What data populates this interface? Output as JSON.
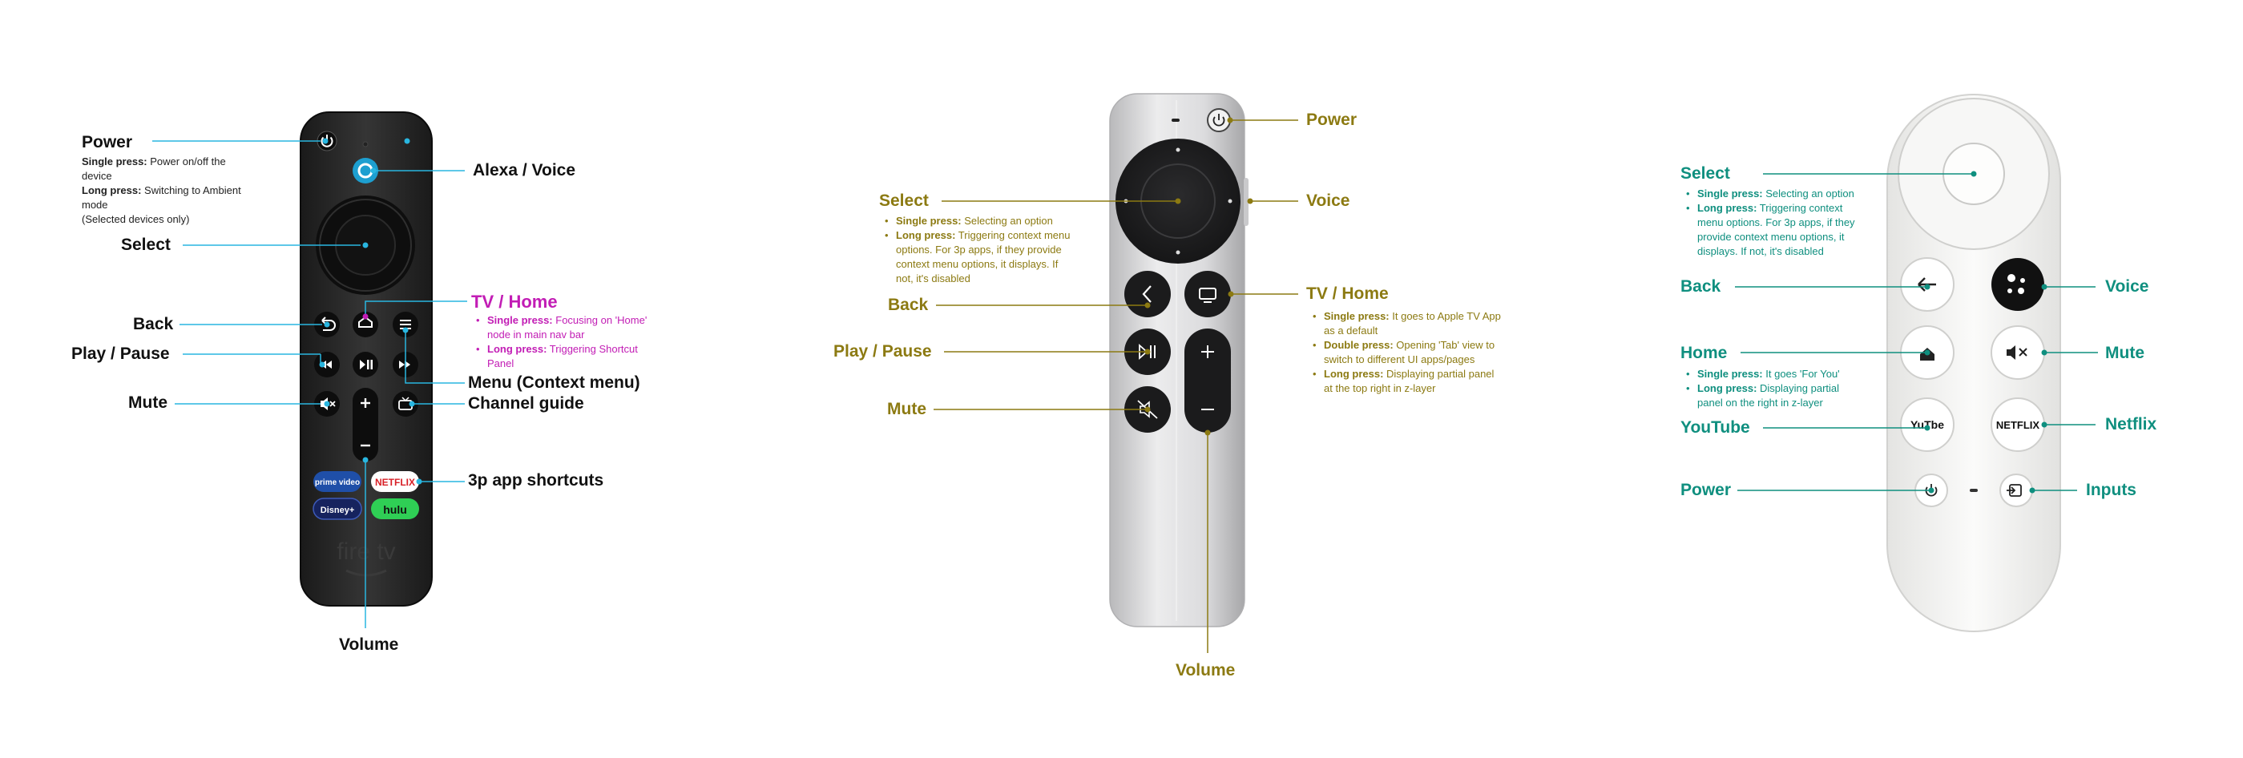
{
  "firetv": {
    "brand": "fire tv",
    "shortcuts": [
      "prime video",
      "NETFLIX",
      "Disney+",
      "hulu"
    ],
    "labels": {
      "power": "Power",
      "alexa": "Alexa / Voice",
      "select": "Select",
      "tvhome": "TV / Home",
      "back": "Back",
      "playpause": "Play / Pause",
      "menu": "Menu (Context menu)",
      "mute": "Mute",
      "guide": "Channel guide",
      "apps": "3p app shortcuts",
      "volume": "Volume"
    },
    "power_notes": [
      {
        "key": "Single press:",
        "text": " Power on/off the device"
      },
      {
        "key": "Long press:",
        "text": " Switching to Ambient mode"
      },
      {
        "key": "",
        "text": "(Selected devices only)"
      }
    ],
    "home_notes": [
      {
        "key": "Single press:",
        "text": " Focusing on 'Home' node in main nav bar"
      },
      {
        "key": "Long press:",
        "text": " Triggering Shortcut Panel"
      }
    ]
  },
  "appletv": {
    "labels": {
      "power": "Power",
      "select": "Select",
      "voice": "Voice",
      "back": "Back",
      "tvhome": "TV / Home",
      "playpause": "Play / Pause",
      "mute": "Mute",
      "volume": "Volume"
    },
    "select_notes": [
      {
        "key": "Single press:",
        "text": " Selecting an option"
      },
      {
        "key": "Long press:",
        "text": " Triggering context menu options. For 3p apps, if they provide context menu options, it displays. If not, it's disabled"
      }
    ],
    "home_notes": [
      {
        "key": "Single press:",
        "text": " It goes to Apple TV App as a default"
      },
      {
        "key": "Double press:",
        "text": " Opening 'Tab' view to switch to different UI apps/pages"
      },
      {
        "key": "Long press:",
        "text": " Displaying partial panel at the top right in z-layer"
      }
    ]
  },
  "googletv": {
    "buttons": {
      "youtube": "YuTbe",
      "netflix": "NETFLIX"
    },
    "labels": {
      "select": "Select",
      "back": "Back",
      "voice": "Voice",
      "home": "Home",
      "mute": "Mute",
      "youtube": "YouTube",
      "netflix": "Netflix",
      "power": "Power",
      "inputs": "Inputs"
    },
    "select_notes": [
      {
        "key": "Single press:",
        "text": " Selecting an option"
      },
      {
        "key": "Long press:",
        "text": " Triggering context menu options. For 3p apps, if they provide context menu options, it displays. If not, it's disabled"
      }
    ],
    "home_notes": [
      {
        "key": "Single press:",
        "text": " It goes 'For You'"
      },
      {
        "key": "Long press:",
        "text": " Displaying partial panel on the right in z-layer"
      }
    ]
  },
  "colors": {
    "firetv_line": "#29b6e0",
    "firetv_home": "#c21db5",
    "appletv": "#8c7a12",
    "googletv": "#0f8f7f"
  }
}
